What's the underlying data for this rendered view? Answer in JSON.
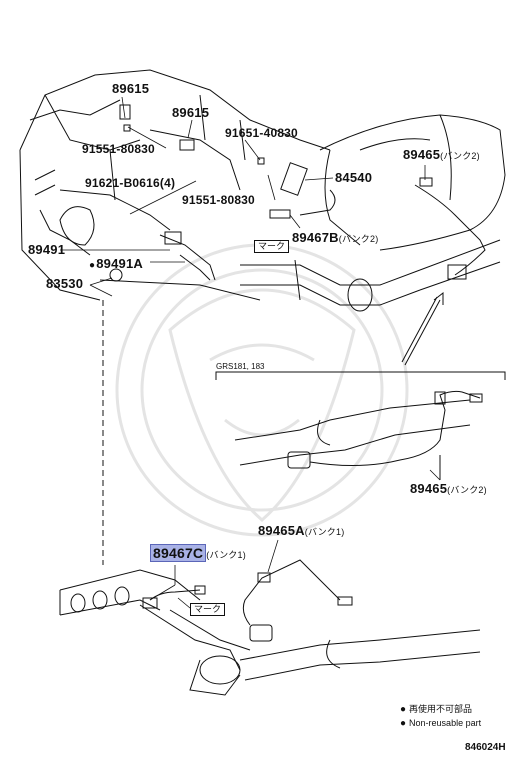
{
  "labels": {
    "p89615a": "89615",
    "p89615b": "89615",
    "p91651": "91651-40830",
    "p91551a": "91551-80830",
    "p84540": "84540",
    "p89465top": "89465",
    "p89465top_sub": "(バンク2)",
    "p91621": "91621-B0616(4)",
    "p91551b": "91551-80830",
    "p89467b": "89467B",
    "p89467b_sub": "(バンク2)",
    "p89491": "89491",
    "p89491a": "89491A",
    "p83530": "83530",
    "mark_top": "マーク",
    "grs": "GRS181, 183",
    "p89465mid": "89465",
    "p89465mid_sub": "(バンク2)",
    "p89465a": "89465A",
    "p89465a_sub": "(バンク1)",
    "p89467c": "89467C",
    "p89467c_sub": "(バンク1)",
    "mark_bottom": "マーク"
  },
  "legend": {
    "line1": "再使用不可部品",
    "line2": "Non-reusable part"
  },
  "diagram_code": "846024H",
  "colors": {
    "highlight": "#a9b2e6",
    "ink": "#111111",
    "watermark": "#e6e6e6"
  }
}
